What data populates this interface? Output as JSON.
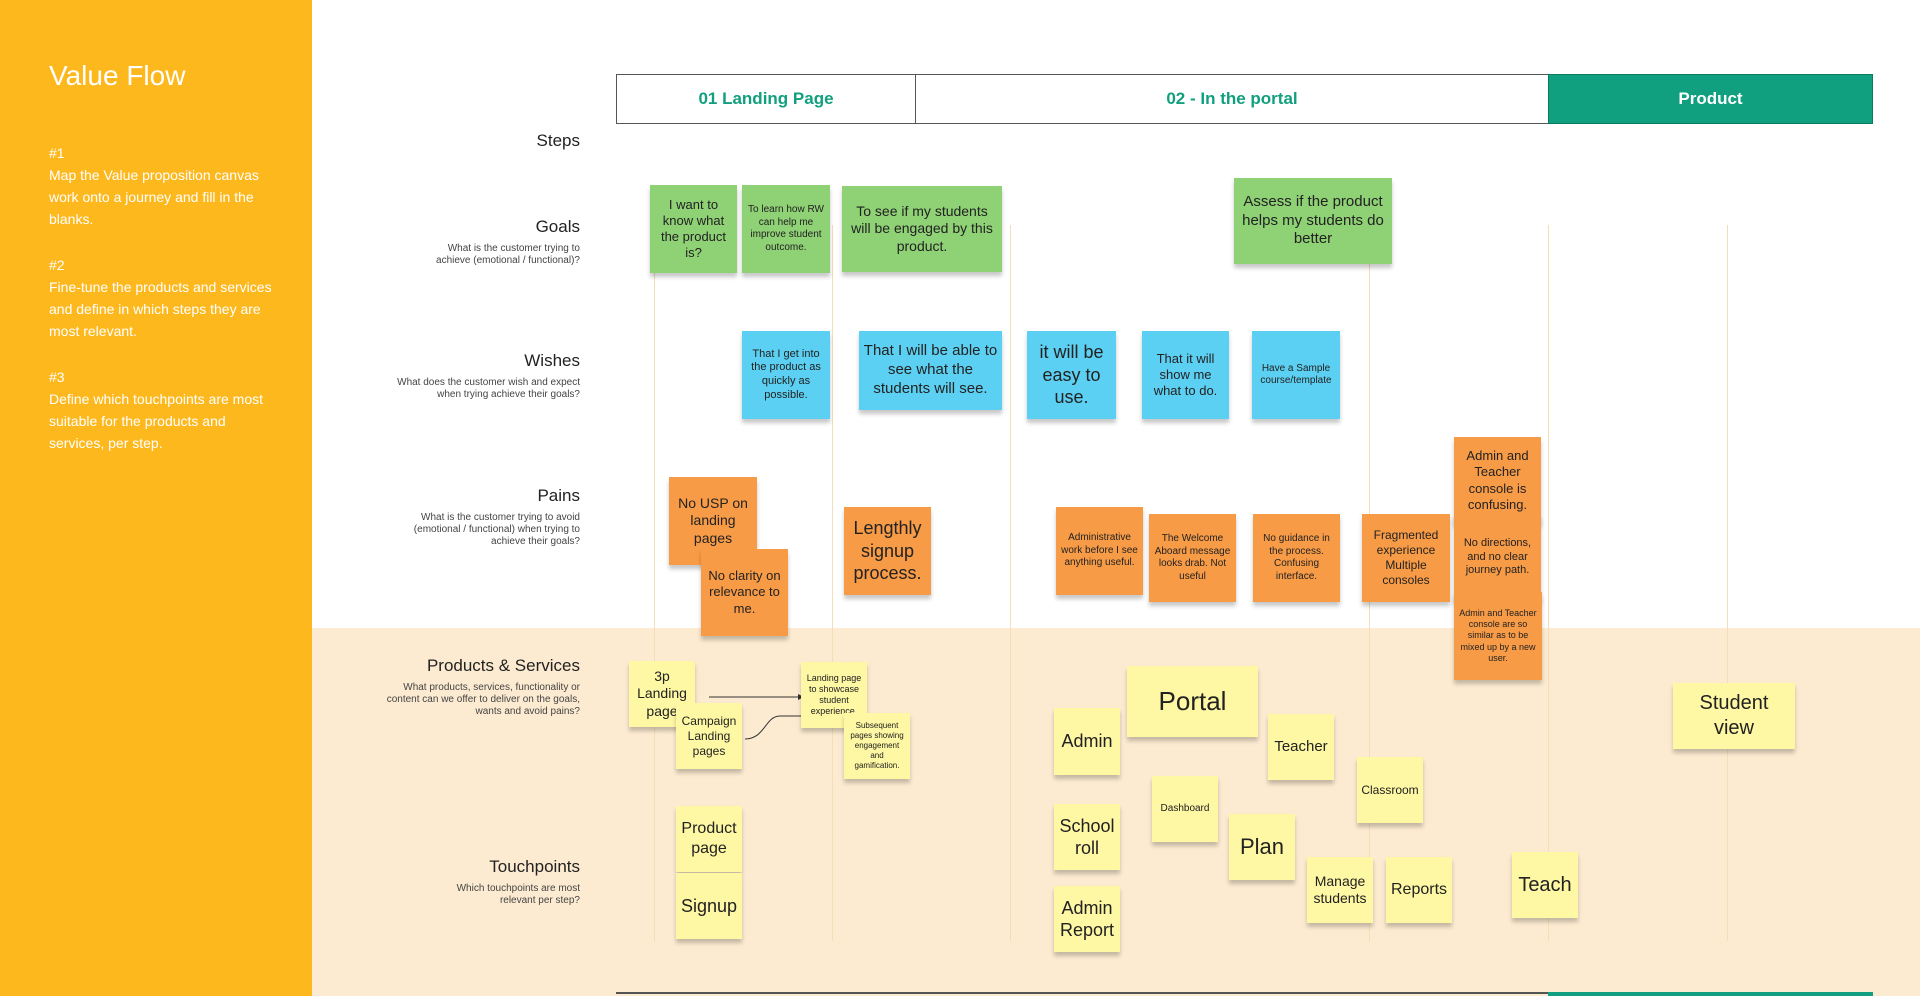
{
  "sidebar": {
    "title": "Value Flow",
    "items": [
      {
        "num": "#1",
        "text": "Map the Value proposition canvas work onto a journey and fill in the blanks."
      },
      {
        "num": "#2",
        "text": "Fine-tune the products and services and define in which steps they are most relevant."
      },
      {
        "num": "#3",
        "text": "Define which touchpoints are most suitable for the products and services, per step."
      }
    ]
  },
  "header": {
    "landing": "01 Landing Page",
    "portal": "02 - In the portal",
    "product": "Product"
  },
  "rows": {
    "steps": {
      "title": "Steps"
    },
    "goals": {
      "title": "Goals",
      "desc": "What is the customer trying to achieve (emotional / functional)?"
    },
    "wishes": {
      "title": "Wishes",
      "desc": "What does the customer wish and expect when trying achieve their goals?"
    },
    "pains": {
      "title": "Pains",
      "desc": "What is the customer trying to avoid (emotional / functional) when trying to achieve their goals?"
    },
    "products": {
      "title": "Products & Services",
      "desc": "What products, services, functionality or content can we offer to deliver on the goals, wants and avoid pains?"
    },
    "touchpoints": {
      "title": "Touchpoints",
      "desc": "Which touchpoints are most relevant per step?"
    }
  },
  "notes": {
    "goal1": "I want to know what the product is?",
    "goal2": "To learn how RW can help me improve student outcome.",
    "goal3": "To see if my students will be engaged by this product.",
    "goal4": "Assess if the product helps my students do better",
    "wish1": "That I get into the product as quickly as possible.",
    "wish2": "That I will be able to see what the students will see.",
    "wish3": "it will be easy to use.",
    "wish4": "That it will show me what to do.",
    "wish5": "Have a Sample course/template",
    "pain1": "No USP on landing pages",
    "pain2": "No clarity on relevance to me.",
    "pain3": "Lengthly signup process.",
    "pain4": "Administrative work before I see anything useful.",
    "pain5": "The Welcome Aboard message looks drab. Not useful",
    "pain6": "No guidance in the process. Confusing interface.",
    "pain7": "Fragmented experience Multiple consoles",
    "pain8": "Admin and Teacher console is confusing.",
    "pain9": "No directions, and no clear journey path.",
    "pain10": "Admin and Teacher console are so similar as to be mixed up by a new user.",
    "prod1": "3p Landing page",
    "prod2": "Campaign Landing pages",
    "prod3": "Landing page to showcase student experience.",
    "prod4": "Subsequent pages showing engagement and gamification.",
    "prod5": "Portal",
    "prod6": "Admin",
    "prod7": "Teacher",
    "prod8": "Classroom",
    "prod9": "Student view",
    "tp1": "Product page",
    "tp2": "Signup",
    "tp3": "School roll",
    "tp4": "Dashboard",
    "tp5": "Plan",
    "tp6": "Admin Report",
    "tp7": "Manage students",
    "tp8": "Reports",
    "tp9": "Teach"
  },
  "colors": {
    "sidebar": "#FDB81E",
    "accent": "#11A07F",
    "goal": "#8FD175",
    "wish": "#5CD0F2",
    "pain": "#F89B46",
    "product": "#FEF7A3",
    "band": "#FCEBD1"
  }
}
